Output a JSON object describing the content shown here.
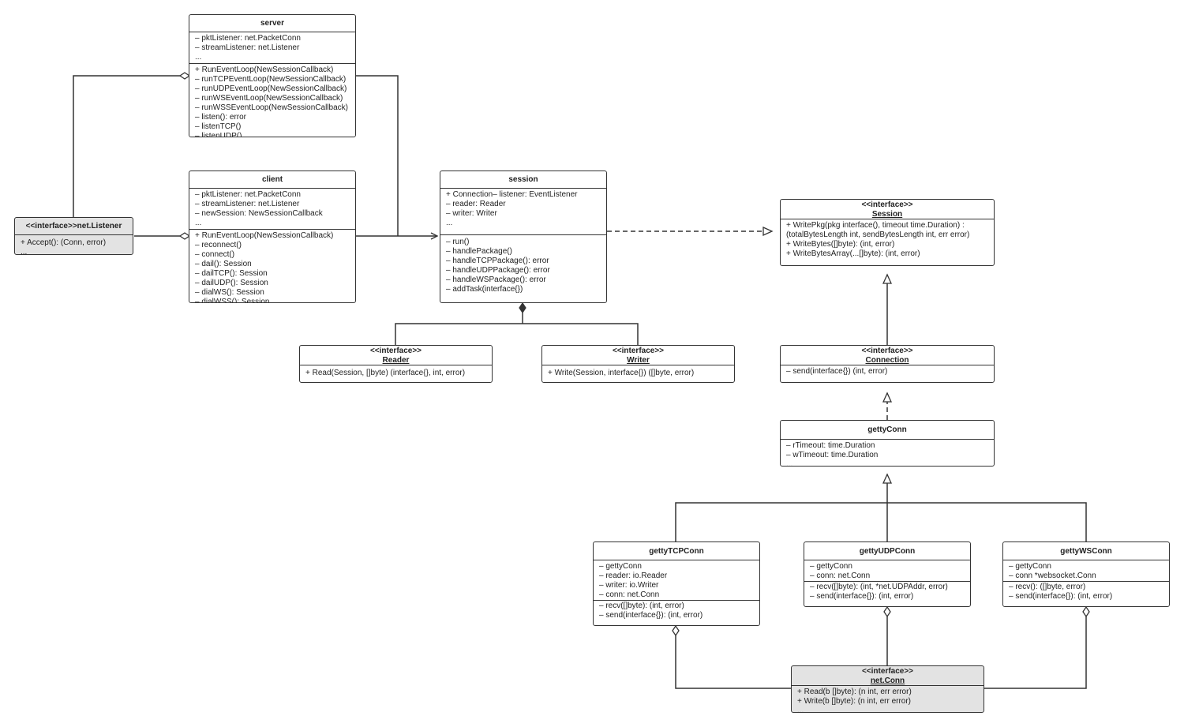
{
  "classes": {
    "server": {
      "name": "server",
      "attributes": [
        "– pktListener: net.PacketConn",
        "– streamListener: net.Listener",
        "..."
      ],
      "methods": [
        "+ RunEventLoop(NewSessionCallback)",
        "– runTCPEventLoop(NewSessionCallback)",
        "– runUDPEventLoop(NewSessionCallback)",
        "– runWSEventLoop(NewSessionCallback)",
        "– runWSSEventLoop(NewSessionCallback)",
        "– listen(): error",
        "– listenTCP()",
        "– listenUDP()"
      ]
    },
    "client": {
      "name": "client",
      "attributes": [
        "– pktListener: net.PacketConn",
        "– streamListener: net.Listener",
        "– newSession: NewSessionCallback",
        "..."
      ],
      "methods": [
        "+ RunEventLoop(NewSessionCallback)",
        "– reconnect()",
        "– connect()",
        "– dail(): Session",
        "– dailTCP(): Session",
        "– dailUDP(): Session",
        "– dialWS(): Session",
        "– dialWSS(): Session"
      ]
    },
    "net_listener": {
      "name": "<<interface>>net.Listener",
      "methods": [
        "+ Accept(): (Conn, error)",
        "..."
      ]
    },
    "session": {
      "name": "session",
      "attributes": [
        "+ Connection– listener: EventListener",
        "– reader: Reader",
        "– writer: Writer",
        "..."
      ],
      "methods": [
        "– run()",
        "– handlePackage()",
        "– handleTCPPackage(): error",
        "– handleUDPPackage(): error",
        "– handleWSPackage(): error",
        "– addTask(interface{})"
      ]
    },
    "reader": {
      "stereotype": "<<interface>>",
      "name": "Reader",
      "methods": [
        "+ Read(Session, []byte) (interface{}, int, error)"
      ]
    },
    "writer": {
      "stereotype": "<<interface>>",
      "name": "Writer",
      "methods": [
        "+ Write(Session, interface{}) ([]byte, error)"
      ]
    },
    "session_iface": {
      "stereotype": "<<interface>>",
      "name": "Session",
      "methods": [
        "+ WritePkg(pkg interface(), timeout time.Duration) :",
        "(totalBytesLength int, sendBytesLength int, err error)",
        "+ WriteBytes([]byte): (int, error)",
        "+ WriteBytesArray(...[]byte): (int, error)"
      ]
    },
    "connection": {
      "stereotype": "<<interface>>",
      "name": "Connection",
      "methods": [
        "– send(interface{}) (int, error)",
        "..."
      ]
    },
    "getty_conn": {
      "name": "gettyConn",
      "attributes": [
        "– rTimeout: time.Duration",
        "– wTimeout: time.Duration",
        "..."
      ]
    },
    "getty_tcp_conn": {
      "name": "gettyTCPConn",
      "attributes": [
        "– gettyConn",
        "– reader: io.Reader",
        "– writer: io.Writer",
        "– conn: net.Conn"
      ],
      "methods": [
        "– recv([]byte): (int, error)",
        "– send(interface{}): (int, error)",
        "..."
      ]
    },
    "getty_udp_conn": {
      "name": "gettyUDPConn",
      "attributes": [
        "– gettyConn",
        "– conn: net.Conn"
      ],
      "methods": [
        "– recv([]byte): (int, *net.UDPAddr, error)",
        "– send(interface{}): (int, error)"
      ]
    },
    "getty_ws_conn": {
      "name": "gettyWSConn",
      "attributes": [
        "– gettyConn",
        "– conn *websocket.Conn"
      ],
      "methods": [
        "– recv(): ([]byte, error)",
        "– send(interface{}): (int, error)"
      ]
    },
    "net_conn": {
      "stereotype": "<<interface>>",
      "name": "net.Conn",
      "methods": [
        "+ Read(b []byte): (n int, err error)",
        "+ Write(b []byte): (n int, err error)",
        "..."
      ]
    }
  },
  "colors": {
    "line": "#333333",
    "box": "#ffffff",
    "interface_fill": "#e3e3e3"
  }
}
